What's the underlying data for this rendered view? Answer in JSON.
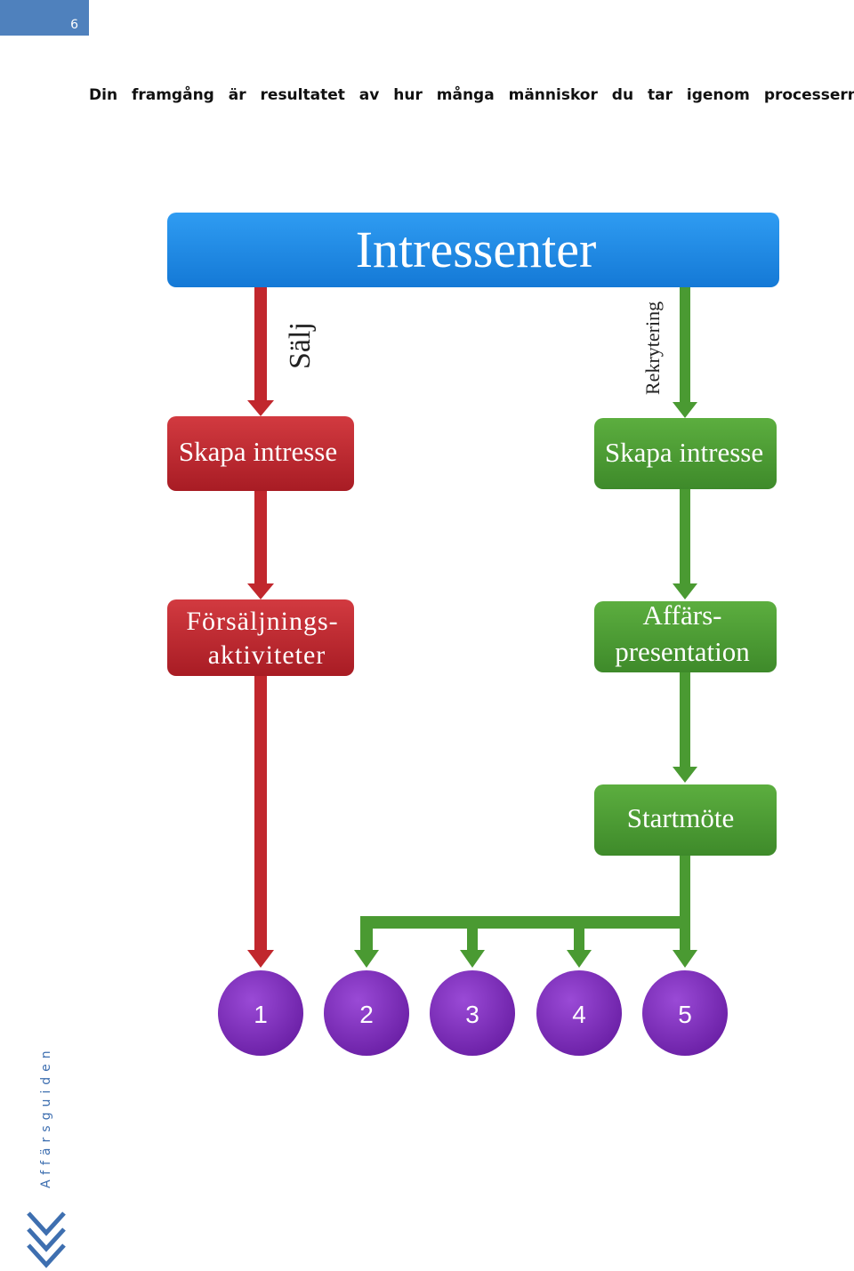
{
  "page": {
    "number": "6",
    "headline": "Din framgång är resultatet av hur många människor du tar igenom processerna!",
    "side_label": "Affärsguiden"
  },
  "diagram": {
    "top": "Intressenter",
    "left_branch": {
      "edge_label": "Sälj",
      "steps": [
        "Skapa intresse",
        "Försäljnings-",
        "aktiviteter"
      ]
    },
    "right_branch": {
      "edge_label": "Rekrytering",
      "steps": [
        "Skapa intresse",
        "Affärs-",
        "presentation",
        "Startmöte"
      ]
    },
    "circles": [
      "1",
      "2",
      "3",
      "4",
      "5"
    ],
    "colors": {
      "top": "#1e88e5",
      "sales": "#c1272d",
      "recruit": "#4a9a32",
      "circle": "#7e2fb8",
      "page_tab": "#4f81bd",
      "side_label": "#3e6fb0"
    }
  }
}
